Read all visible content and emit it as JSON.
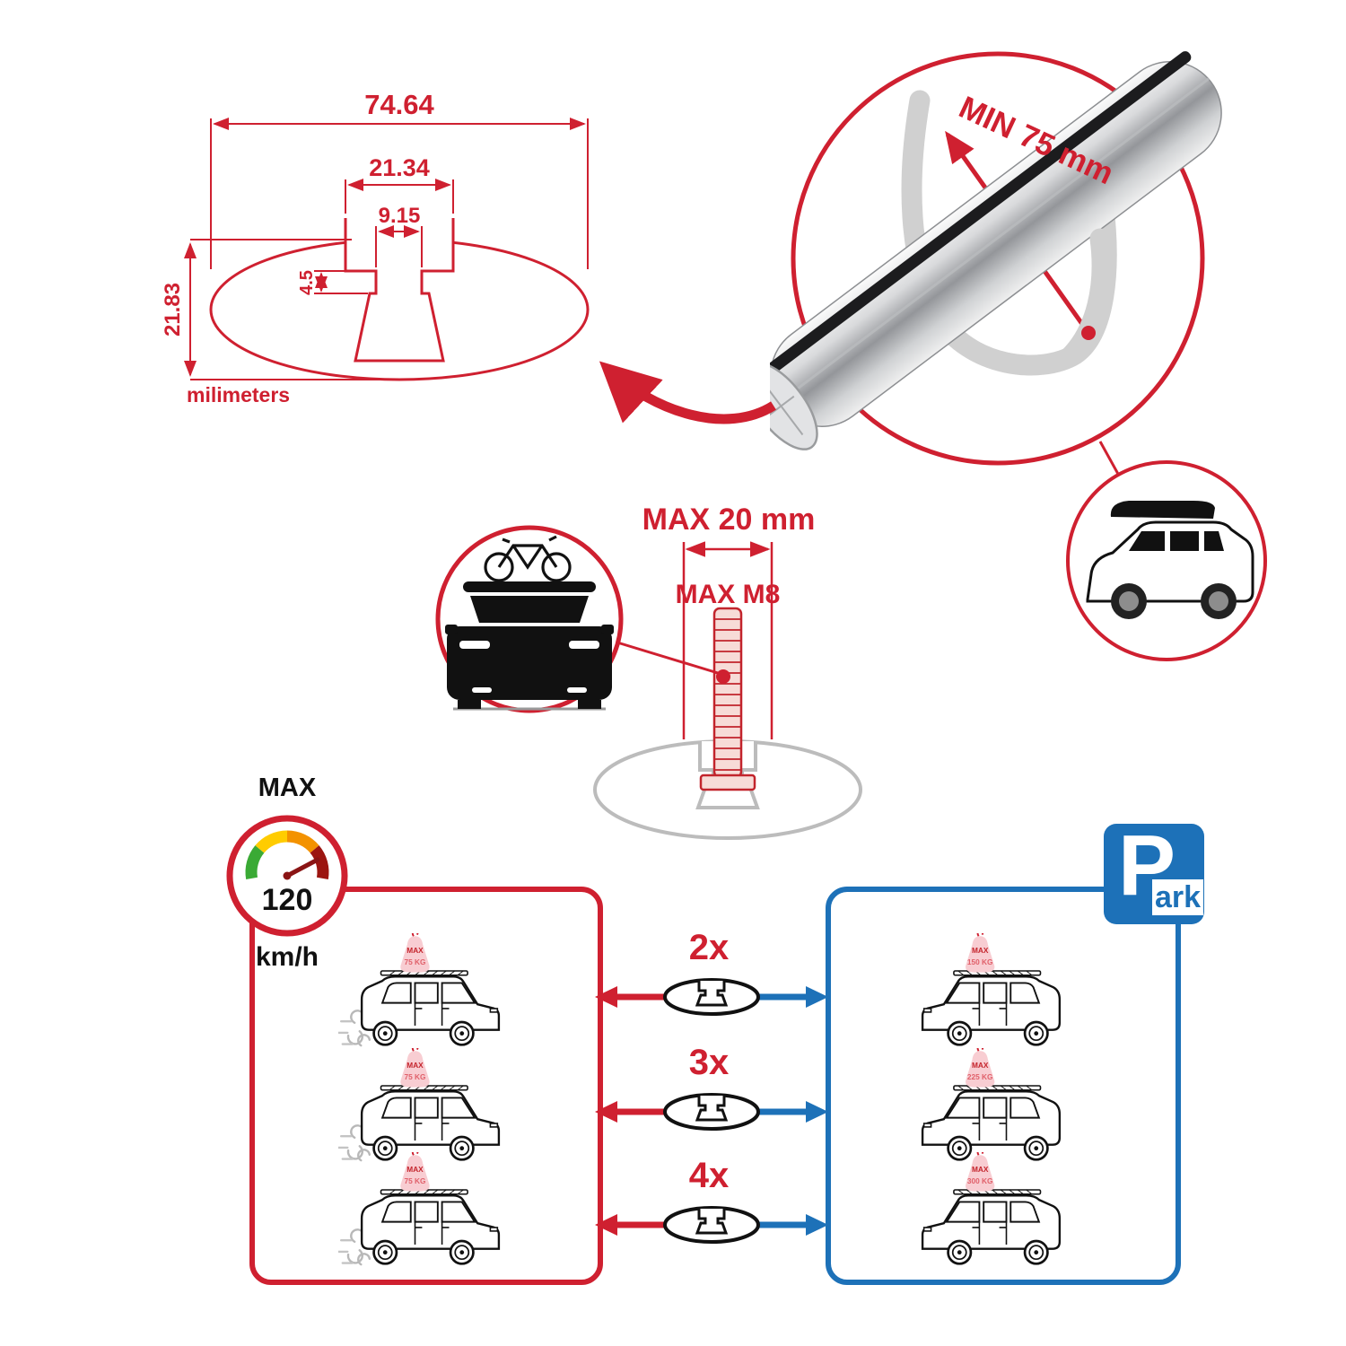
{
  "dims": {
    "total_width": "74.64",
    "channel_width": "21.34",
    "slot_width": "9.15",
    "lip_depth": "4.5",
    "total_height": "21.83",
    "units": "milimeters"
  },
  "bar": {
    "min_span": "MIN 75 mm"
  },
  "bolt": {
    "max_length": "MAX 20 mm",
    "max_thread": "MAX M8"
  },
  "speed": {
    "label": "MAX",
    "value": "120",
    "unit": "km/h"
  },
  "park": {
    "letter": "P",
    "suffix": "ark"
  },
  "multipliers": [
    {
      "label": "2x"
    },
    {
      "label": "3x"
    },
    {
      "label": "4x"
    }
  ],
  "left_panel": {
    "cars": [
      {
        "badge_title": "MAX",
        "badge_weight": "75 KG"
      },
      {
        "badge_title": "MAX",
        "badge_weight": "75 KG"
      },
      {
        "badge_title": "MAX",
        "badge_weight": "75 KG"
      }
    ]
  },
  "right_panel": {
    "cars": [
      {
        "badge_title": "MAX",
        "badge_weight": "150 KG"
      },
      {
        "badge_title": "MAX",
        "badge_weight": "225 KG"
      },
      {
        "badge_title": "MAX",
        "badge_weight": "300 KG"
      }
    ]
  },
  "colors": {
    "red": "#cf2030",
    "blue": "#1d71b8"
  }
}
